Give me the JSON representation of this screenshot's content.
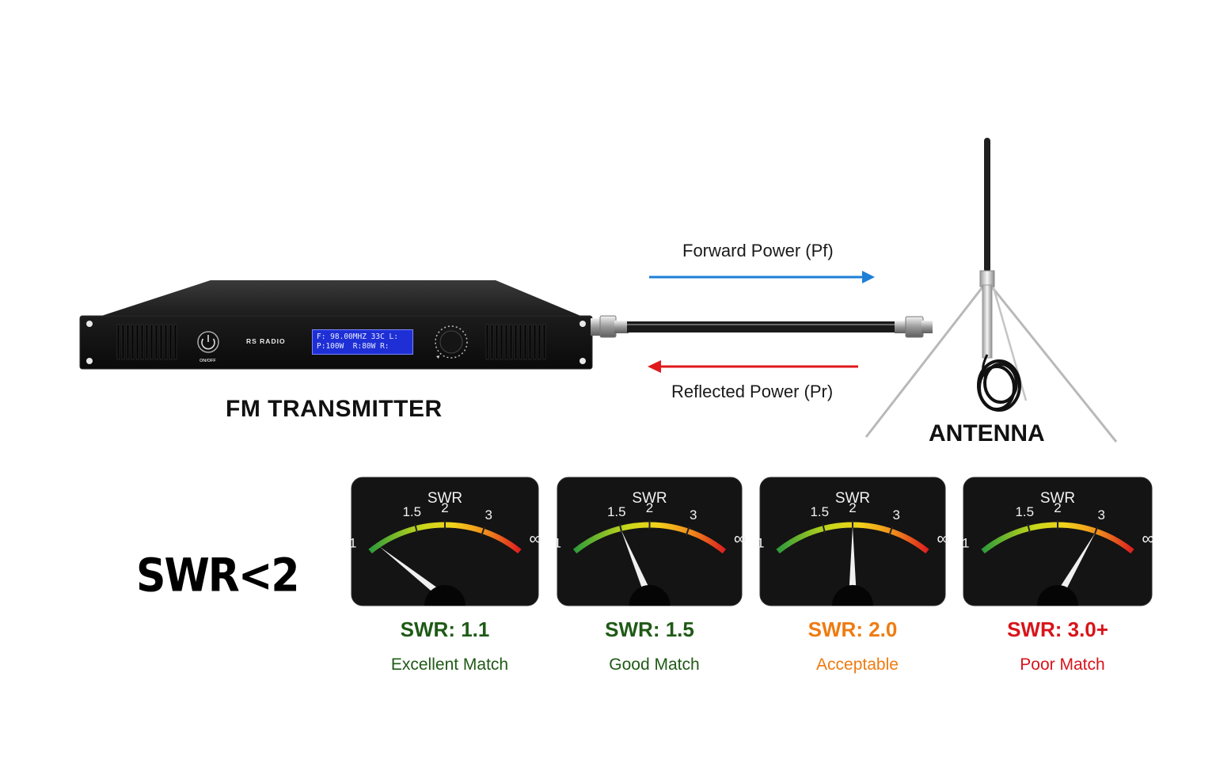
{
  "labels": {
    "transmitter": "FM TRANSMITTER",
    "antenna": "ANTENNA",
    "forward_power": "Forward Power (Pf)",
    "reflected_power": "Reflected Power (Pr)",
    "swr_threshold": "SWR<2"
  },
  "device": {
    "brand": "RS RADIO",
    "power_switch_label": "ON/OFF",
    "lcd_line1": "F: 98.00MHZ 33C L:",
    "lcd_line2": "P:100W  R:80W R:"
  },
  "colors": {
    "forward_arrow": "#1e7fd6",
    "reflected_arrow": "#e0191b",
    "excellent": "#1f5a16",
    "good": "#1f5a16",
    "acceptable": "#ef7b10",
    "poor": "#d8141a"
  },
  "meters": [
    {
      "title": "SWR",
      "scale": [
        "1",
        "1.5",
        "2",
        "3",
        "∞"
      ],
      "swr": 1.1,
      "reading": "SWR: 1.1",
      "description": "Excellent Match",
      "color": "#1f5a16"
    },
    {
      "title": "SWR",
      "scale": [
        "1",
        "1.5",
        "2",
        "3",
        "∞"
      ],
      "swr": 1.5,
      "reading": "SWR: 1.5",
      "description": "Good Match",
      "color": "#1f5a16"
    },
    {
      "title": "SWR",
      "scale": [
        "1",
        "1.5",
        "2",
        "3",
        "∞"
      ],
      "swr": 2.0,
      "reading": "SWR: 2.0",
      "description": "Acceptable",
      "color": "#ef7b10"
    },
    {
      "title": "SWR",
      "scale": [
        "1",
        "1.5",
        "2",
        "3",
        "∞"
      ],
      "swr": 3.0,
      "reading": "SWR: 3.0+",
      "description": "Poor Match",
      "color": "#d8141a"
    }
  ]
}
